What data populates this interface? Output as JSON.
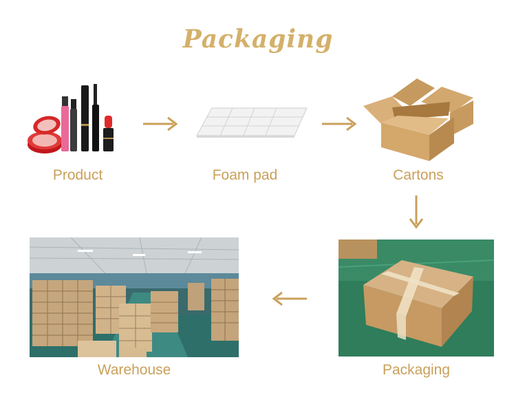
{
  "title": "Packaging",
  "colors": {
    "accent": "#caa05a",
    "title": "#d4b06a"
  },
  "steps": [
    {
      "label": "Product",
      "icon": "cosmetics-icon"
    },
    {
      "label": "Foam pad",
      "icon": "foam-pad-icon"
    },
    {
      "label": "Cartons",
      "icon": "carton-box-icon"
    },
    {
      "label": "Packaging",
      "icon": "taped-box-photo"
    },
    {
      "label": "Warehouse",
      "icon": "warehouse-photo"
    }
  ],
  "arrows": [
    "right",
    "right",
    "down",
    "left"
  ]
}
